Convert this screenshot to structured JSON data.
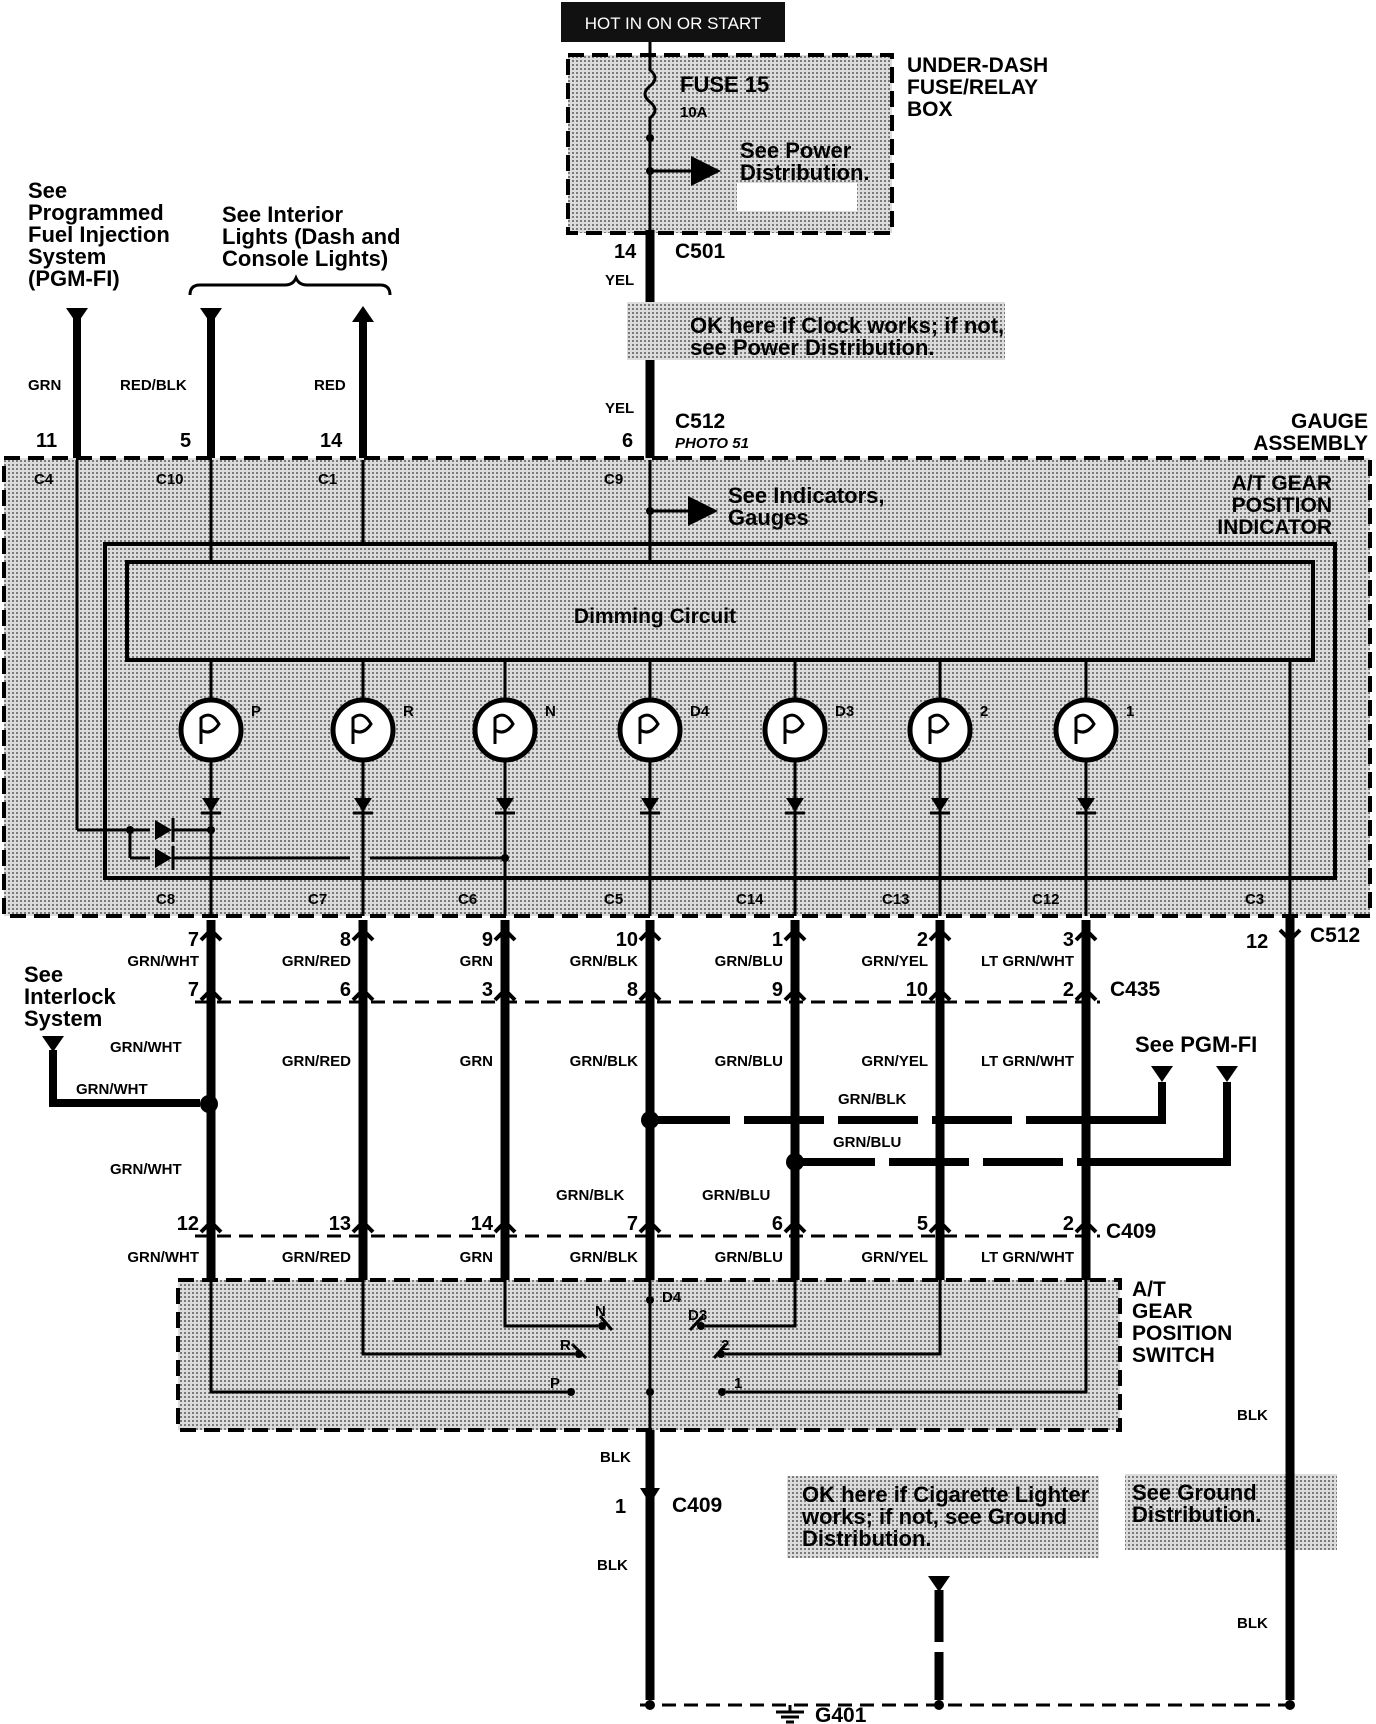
{
  "power_banner": "HOT IN ON OR START",
  "fuse_box": {
    "title": [
      "UNDER-DASH",
      "FUSE/RELAY",
      "BOX"
    ],
    "fuse_name": "FUSE 15",
    "fuse_rating": "10A",
    "note": [
      "See Power",
      "Distribution."
    ]
  },
  "connectors": {
    "c501": "C501",
    "c512": "C512",
    "photo": "PHOTO 51",
    "c435": "C435",
    "c409": "C409",
    "g401": "G401",
    "c512_right": "C512",
    "c409_bottom": "C409"
  },
  "pins": {
    "p14_top": "14",
    "p6_top": "6",
    "p11": "11",
    "p5": "5",
    "p14_left": "14",
    "upper_row": [
      "7",
      "8",
      "9",
      "10",
      "1",
      "2",
      "3"
    ],
    "c435_row": [
      "7",
      "6",
      "3",
      "8",
      "9",
      "10",
      "2"
    ],
    "c409_row": [
      "12",
      "13",
      "14",
      "7",
      "6",
      "5",
      "2"
    ],
    "p12_right": "12",
    "p1_bottom": "1"
  },
  "gauge_pins_top": [
    "C4",
    "C10",
    "C1",
    "C9"
  ],
  "gauge_pins_bottom": [
    "C8",
    "C7",
    "C6",
    "C5",
    "C14",
    "C13",
    "C12",
    "C3"
  ],
  "notes": {
    "pgmfi_top": [
      "See",
      "Programmed",
      "Fuel Injection",
      "System",
      "(PGM-FI)"
    ],
    "interior_lights": [
      "See Interior",
      "Lights (Dash and",
      "Console Lights)"
    ],
    "clock_ok": [
      "OK here if Clock works; if not,",
      "see Power Distribution."
    ],
    "indicators": [
      "See Indicators,",
      "Gauges"
    ],
    "interlock": [
      "See",
      "Interlock",
      "System"
    ],
    "see_pgmfi": "See PGM-FI",
    "lighter_ok": [
      "OK here if Cigarette Lighter",
      "works; if not, see Ground",
      "Distribution."
    ],
    "ground_dist": [
      "See Ground",
      "Distribution."
    ]
  },
  "gauge_assembly": [
    "GAUGE",
    "ASSEMBLY"
  ],
  "indicator_title": [
    "A/T GEAR",
    "POSITION",
    "INDICATOR"
  ],
  "dimming_circuit": "Dimming Circuit",
  "lamps": [
    "P",
    "R",
    "N",
    "D4",
    "D3",
    "2",
    "1"
  ],
  "switch_title": [
    "A/T",
    "GEAR",
    "POSITION",
    "SWITCH"
  ],
  "switch_positions": [
    "P",
    "R",
    "N",
    "D4",
    "D3",
    "2",
    "1"
  ],
  "wire_labels": {
    "yel": "YEL",
    "grn": "GRN",
    "red_blk": "RED/BLK",
    "red": "RED",
    "blk": "BLK",
    "upper_row": [
      "GRN/WHT",
      "GRN/RED",
      "GRN",
      "GRN/BLK",
      "GRN/BLU",
      "GRN/YEL",
      "LT GRN/WHT"
    ],
    "mid_row": [
      "GRN/RED",
      "GRN",
      "GRN/BLK",
      "GRN/BLU",
      "GRN/YEL",
      "LT GRN/WHT"
    ],
    "lower_row": [
      "GRN/WHT",
      "GRN/RED",
      "GRN",
      "GRN/BLK",
      "GRN/BLU",
      "GRN/YEL",
      "LT GRN/WHT"
    ],
    "grn_wht": "GRN/WHT",
    "grn_blk": "GRN/BLK",
    "grn_blu": "GRN/BLU"
  }
}
